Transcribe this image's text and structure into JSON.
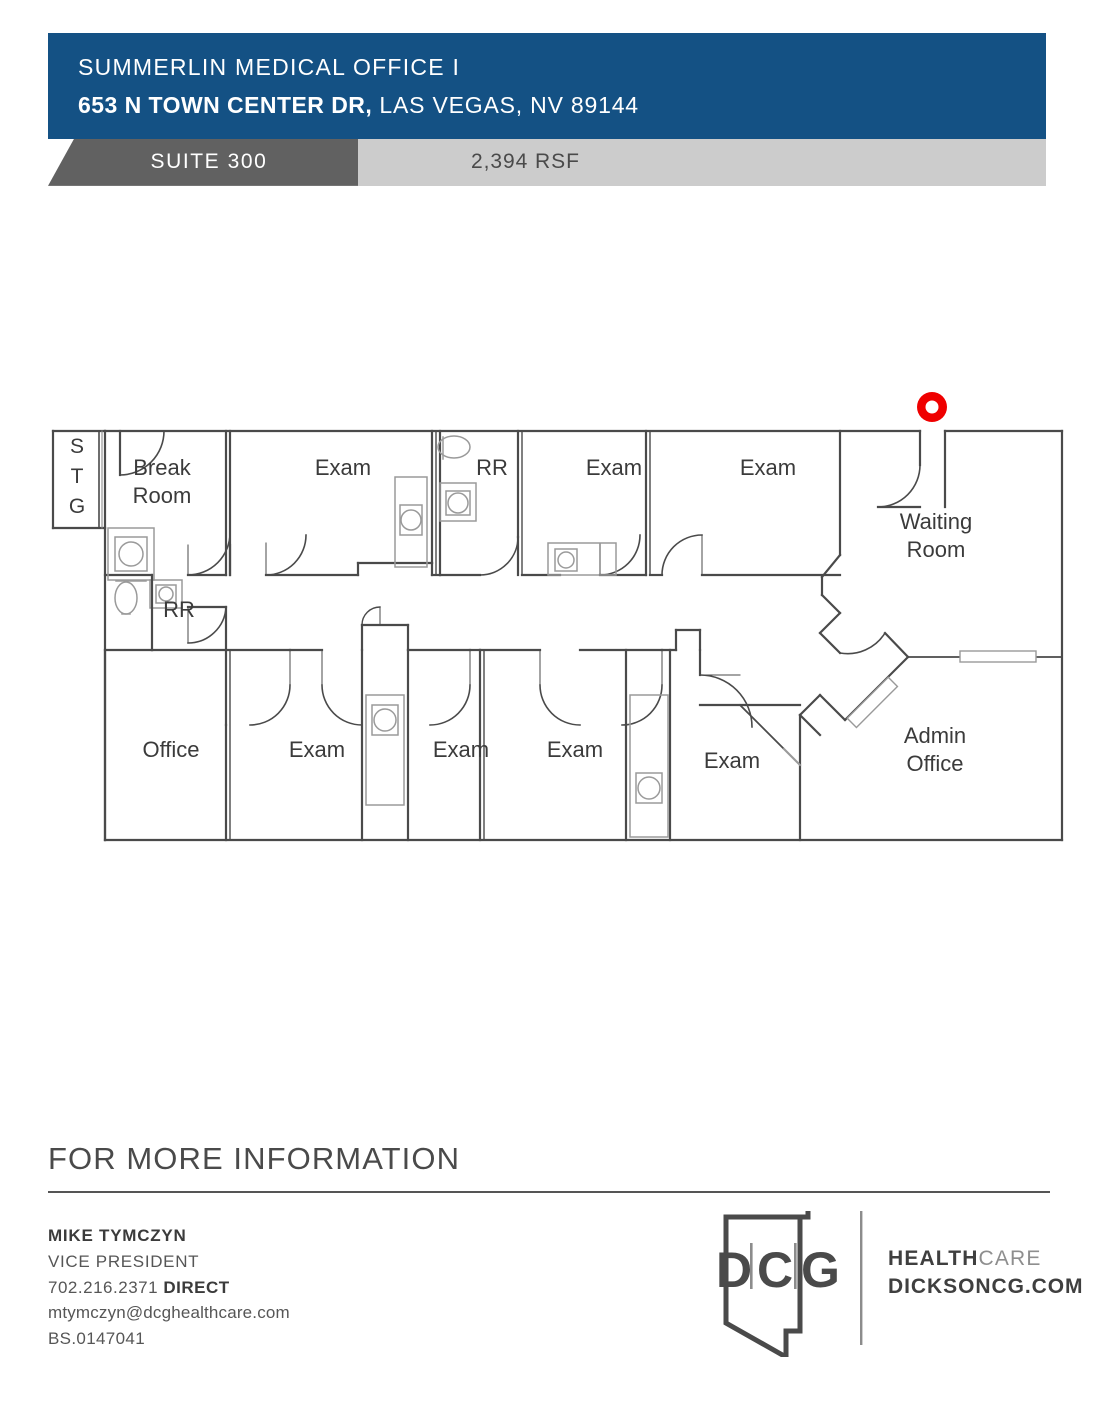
{
  "header": {
    "property_name": "SUMMERLIN MEDICAL OFFICE I",
    "address_street": "653 N TOWN CENTER DR,",
    "address_city_state": " LAS VEGAS, NV 89144",
    "suite_label": "SUITE 300",
    "area_label": "2,394 RSF",
    "brand_blue": "#145184",
    "suite_tab_gray": "#616161",
    "area_tab_gray": "#cccccc"
  },
  "floorplan": {
    "entry_marker_color": "#ef0000",
    "entry_marker_name": "suite-entrance-marker",
    "wall_color": "#4a4a4a",
    "rooms": [
      {
        "name": "STG",
        "label": "S\nT\nG"
      },
      {
        "name": "Break Room",
        "label": "Break Room"
      },
      {
        "name": "Exam 1",
        "label": "Exam"
      },
      {
        "name": "RR upper",
        "label": "RR"
      },
      {
        "name": "Exam 2",
        "label": "Exam"
      },
      {
        "name": "Exam 3",
        "label": "Exam"
      },
      {
        "name": "Waiting Room",
        "label": "Waiting Room"
      },
      {
        "name": "RR lower",
        "label": "RR"
      },
      {
        "name": "Office",
        "label": "Office"
      },
      {
        "name": "Exam 4",
        "label": "Exam"
      },
      {
        "name": "Exam 5",
        "label": "Exam"
      },
      {
        "name": "Exam 6",
        "label": "Exam"
      },
      {
        "name": "Exam 7",
        "label": "Exam"
      },
      {
        "name": "Admin Office",
        "label": "Admin Office"
      }
    ],
    "labels": {
      "stg_s": "S",
      "stg_t": "T",
      "stg_g": "G",
      "break_room_1": "Break",
      "break_room_2": "Room",
      "exam_top_1": "Exam",
      "rr_top": "RR",
      "exam_top_2": "Exam",
      "exam_top_3": "Exam",
      "waiting_1": "Waiting",
      "waiting_2": "Room",
      "rr_left": "RR",
      "office": "Office",
      "exam_b1": "Exam",
      "exam_b2": "Exam",
      "exam_b3": "Exam",
      "exam_b4": "Exam",
      "admin_1": "Admin",
      "admin_2": "Office"
    }
  },
  "footer": {
    "heading": "FOR MORE INFORMATION",
    "contact": {
      "name": "MIKE TYMCZYN",
      "title": "VICE PRESIDENT",
      "phone": "702.216.2371",
      "phone_tag": "DIRECT",
      "email": "mtymczyn@dcghealthcare.com",
      "license": "BS.0147041"
    },
    "logo": {
      "mark": "D|C|G",
      "d": "D",
      "c": "C",
      "g": "G",
      "line1_bold": "HEALTH",
      "line1_light": "CARE",
      "line2": "DICKSONCG.COM"
    }
  }
}
